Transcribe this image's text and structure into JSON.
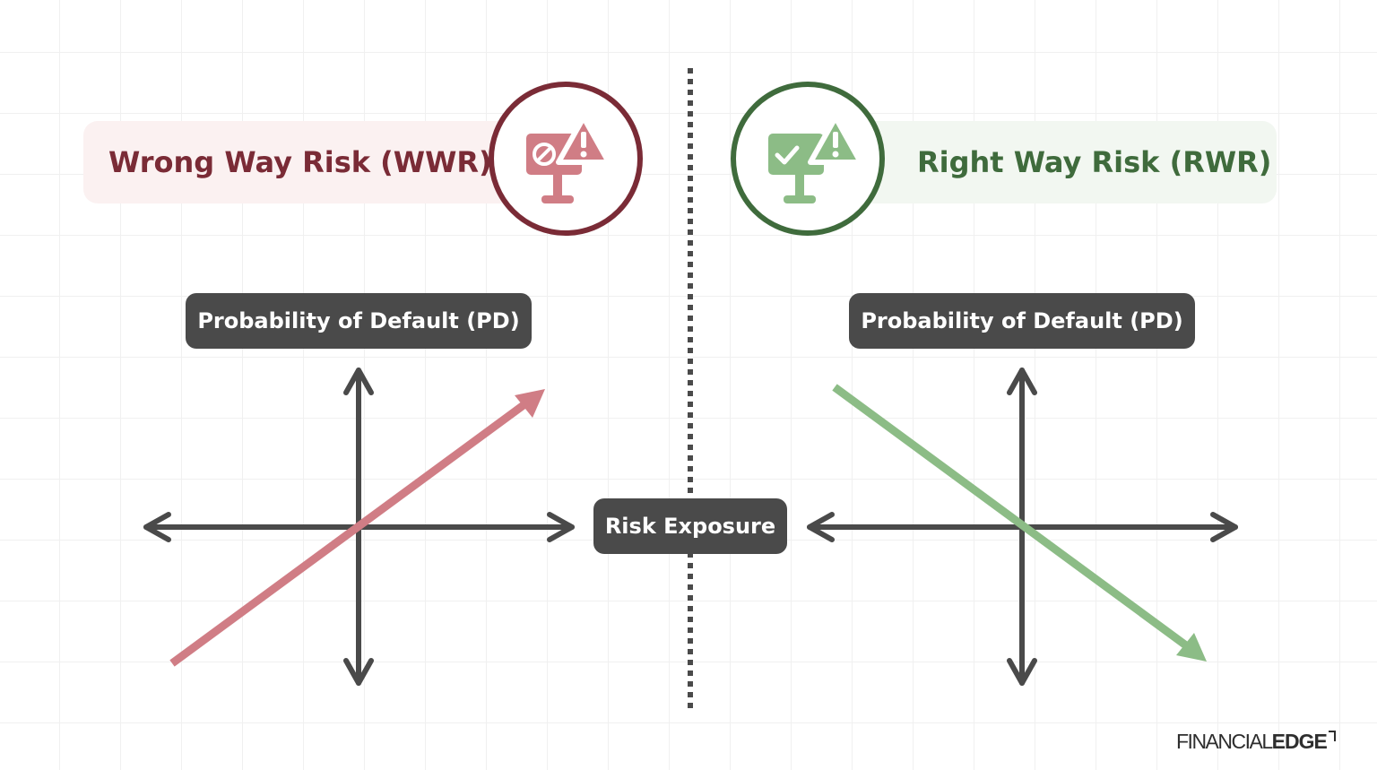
{
  "wrong_way": {
    "title": "Wrong Way Risk (WWR)",
    "accent_color": "#7a2b36",
    "icon_color": "#d07d85",
    "bar_color": "#fbf1f1",
    "icon": "monitor-prohibited-warning-icon"
  },
  "right_way": {
    "title": "Right Way Risk (RWR)",
    "accent_color": "#3f6b3c",
    "icon_color": "#8cbc86",
    "bar_color": "#f2f7f1",
    "icon": "monitor-check-warning-icon"
  },
  "axes": {
    "y_label_left": "Probability of Default (PD)",
    "y_label_right": "Probability of Default (PD)",
    "x_label": "Risk Exposure",
    "axis_color": "#4a4a4a"
  },
  "brand": {
    "part1": "FINANCIAL",
    "part2": "EDGE"
  }
}
